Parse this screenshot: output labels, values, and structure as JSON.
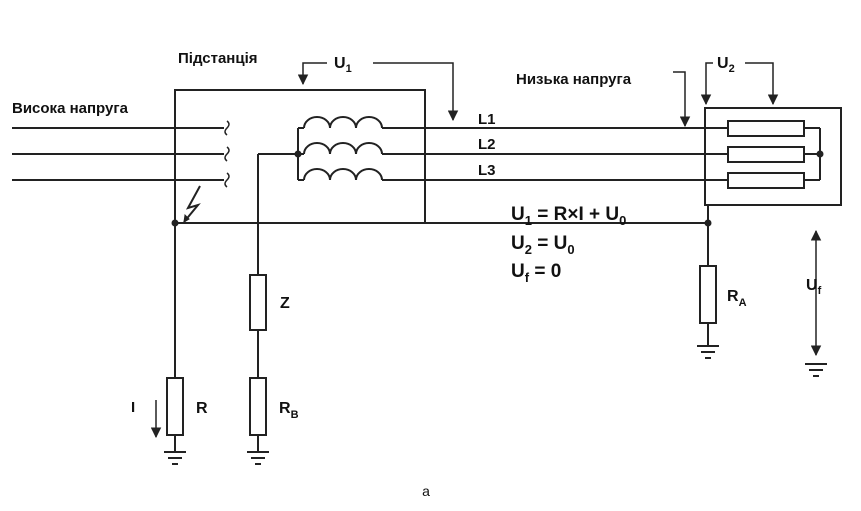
{
  "labels": {
    "substation": "Підстанція",
    "high_voltage": "Висока напруга",
    "low_voltage": "Низька напруга",
    "u1": {
      "main": "U",
      "sub": "1"
    },
    "u2": {
      "main": "U",
      "sub": "2"
    },
    "uf": {
      "main": "U",
      "sub": "f"
    },
    "line1": "L1",
    "line2": "L2",
    "line3": "L3",
    "impedance": "Z",
    "r": "R",
    "rb": {
      "main": "R",
      "sub": "B"
    },
    "ra": {
      "main": "R",
      "sub": "A"
    },
    "current": "I",
    "caption": "a"
  },
  "equations": [
    {
      "l_main": "U",
      "l_sub": "1",
      "rhs": " = R×I + U",
      "r_sub": "0"
    },
    {
      "l_main": "U",
      "l_sub": "2",
      "rhs": " = U",
      "r_sub": "0"
    },
    {
      "l_main": "U",
      "l_sub": "f",
      "rhs": "  = 0",
      "r_sub": ""
    }
  ]
}
